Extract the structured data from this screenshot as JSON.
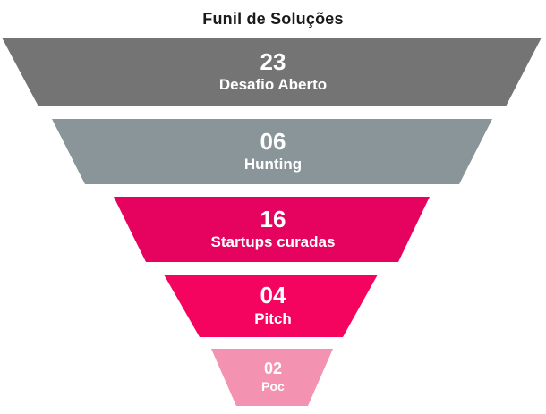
{
  "chart_data": {
    "type": "funnel",
    "title": "Funil de Soluções",
    "stages": [
      {
        "value": "23",
        "count": 23,
        "label": "Desafio Aberto",
        "color": "#747474"
      },
      {
        "value": "06",
        "count": 6,
        "label": "Hunting",
        "color": "#8A959A"
      },
      {
        "value": "16",
        "count": 16,
        "label": "Startups curadas",
        "color": "#E6035F"
      },
      {
        "value": "04",
        "count": 4,
        "label": "Pitch",
        "color": "#F4045F"
      },
      {
        "value": "02",
        "count": 2,
        "label": "Poc",
        "color": "#F492B2"
      }
    ],
    "layout": {
      "orientation": "top-to-bottom",
      "title_color": "#1A1A1A",
      "stage_text_color": "#FFFFFF",
      "background": "#FFFFFF"
    }
  }
}
